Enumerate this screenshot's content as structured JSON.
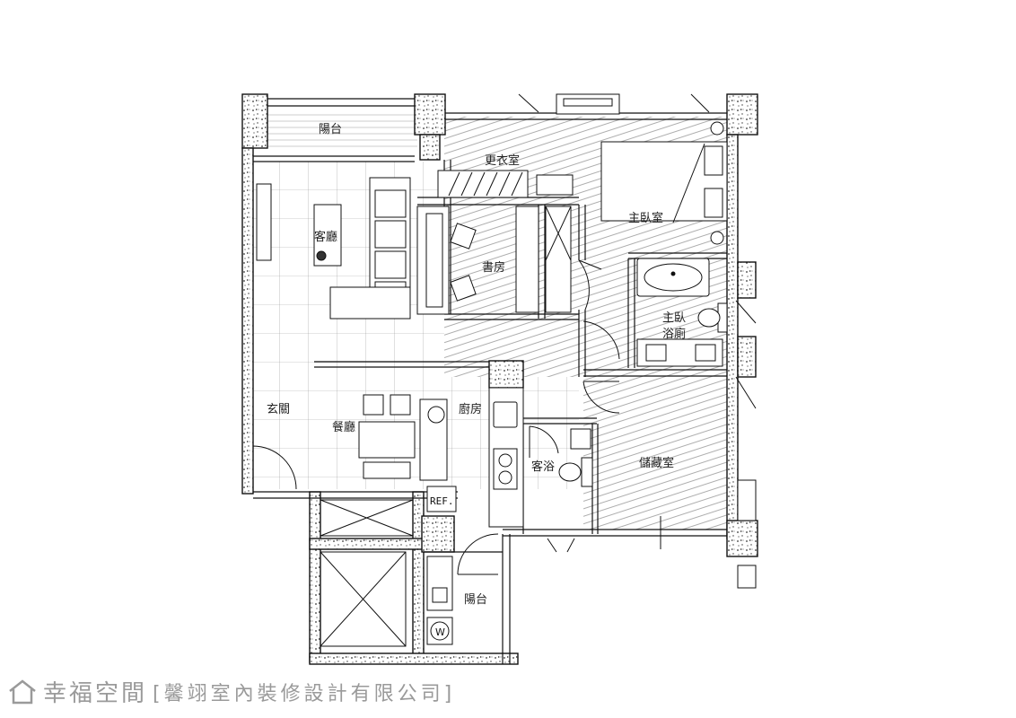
{
  "rooms": {
    "balcony_top": "陽台",
    "living_room": "客廳",
    "walk_in_closet": "更衣室",
    "master_bedroom": "主臥室",
    "study": "書房",
    "master_bath_line1": "主臥",
    "master_bath_line2": "浴廁",
    "entrance": "玄關",
    "dining_room": "餐廳",
    "kitchen": "廚房",
    "guest_bath": "客浴",
    "storage_room": "儲藏室",
    "balcony_bottom": "陽台"
  },
  "fixtures": {
    "refrigerator": "REF.",
    "washer": "W"
  },
  "watermark": {
    "brand": "幸福空間",
    "firm": "[馨翊室內裝修設計有限公司]"
  }
}
